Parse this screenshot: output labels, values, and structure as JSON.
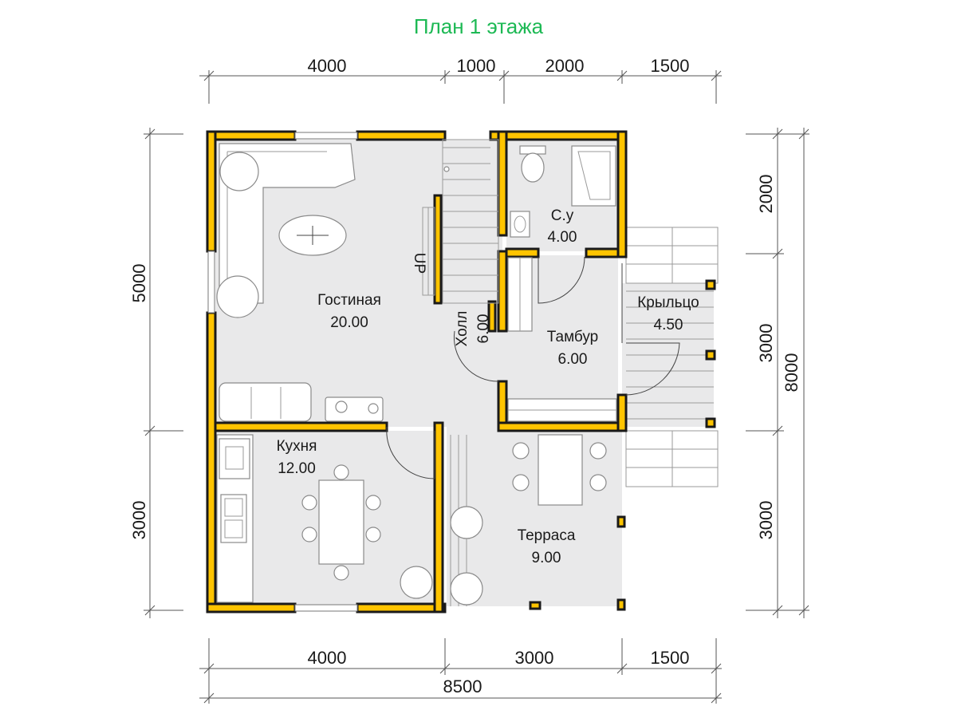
{
  "title": "План 1 этажа",
  "dimensions": {
    "top": [
      "4000",
      "1000",
      "2000",
      "1500"
    ],
    "bottom": [
      "4000",
      "3000",
      "1500"
    ],
    "total_width": "8500",
    "left": [
      "5000",
      "3000"
    ],
    "right": [
      "2000",
      "3000",
      "3000"
    ],
    "total_height": "8000"
  },
  "rooms": {
    "living": {
      "name": "Гостиная",
      "area": "20.00"
    },
    "hall": {
      "name": "Холл",
      "area": "6.00"
    },
    "bathroom": {
      "name": "С.у",
      "area": "4.00"
    },
    "vestibule": {
      "name": "Тамбур",
      "area": "6.00"
    },
    "porch": {
      "name": "Крыльцо",
      "area": "4.50"
    },
    "kitchen": {
      "name": "Кухня",
      "area": "12.00"
    },
    "terrace": {
      "name": "Терраса",
      "area": "9.00"
    }
  },
  "stairs_label": "UP",
  "colors": {
    "wall": "#ffc400",
    "floor": "#e9e9ea",
    "title": "#1db954"
  }
}
